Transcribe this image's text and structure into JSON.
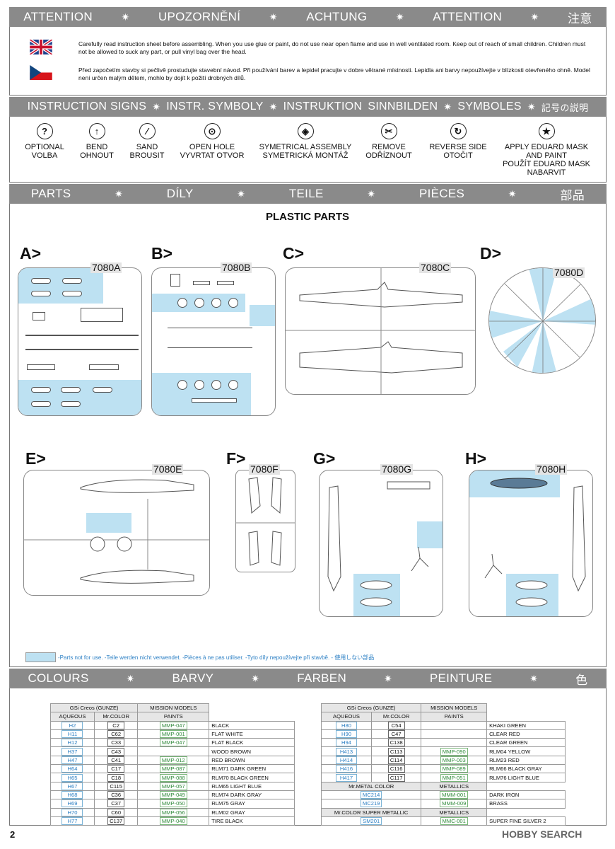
{
  "attention_bar": [
    "ATTENTION",
    "UPOZORNĚNÍ",
    "ACHTUNG",
    "ATTENTION",
    "注意"
  ],
  "warnings": {
    "en": "Carefully read instruction sheet before assembling. When you use glue or paint, do not use near open flame and use in well ventilated room. Keep out of reach of small children. Children must not be allowed to suck any part, or pull vinyl bag over the head.",
    "cz": "Před započetím stavby si pečlivě prostudujte stavební návod. Při používání barev a lepidel pracujte v dobre větrané místnosti. Lepidla ani barvy nepoužívejte v blízkosti otevřeného ohně. Model není určen malým dětem, mohlo by dojít k požití drobných dílů."
  },
  "instr_bar": [
    "INSTRUCTION SIGNS",
    "INSTR. SYMBOLY",
    "INSTRUKTION",
    "SINNBILDEN",
    "SYMBOLES",
    "記号の説明"
  ],
  "signs": [
    {
      "icon": "question-icon",
      "glyph": "?",
      "l1": "OPTIONAL",
      "l2": "VOLBA"
    },
    {
      "icon": "bend-arrow-icon",
      "glyph": "↑",
      "l1": "BEND",
      "l2": "OHNOUT"
    },
    {
      "icon": "sand-icon",
      "glyph": "⁄",
      "l1": "SAND",
      "l2": "BROUSIT"
    },
    {
      "icon": "open-hole-icon",
      "glyph": "⊙",
      "l1": "OPEN HOLE",
      "l2": "VYVRTAT OTVOR"
    },
    {
      "icon": "symmetrical-icon",
      "glyph": "◈",
      "l1": "SYMETRICAL ASSEMBLY",
      "l2": "SYMETRICKÁ MONTÁŽ"
    },
    {
      "icon": "remove-icon",
      "glyph": "✂",
      "l1": "REMOVE",
      "l2": "ODŘÍZNOUT"
    },
    {
      "icon": "reverse-icon",
      "glyph": "↻",
      "l1": "REVERSE SIDE",
      "l2": "OTOČIT"
    },
    {
      "icon": "mask-icon",
      "glyph": "★",
      "l1": "APPLY EDUARD MASK",
      "l2": "AND PAINT",
      "l3": "POUŽÍT EDUARD MASK",
      "l4": "NABARVIT"
    }
  ],
  "parts_bar": [
    "PARTS",
    "DÍLY",
    "TEILE",
    "PIÈCES",
    "部品"
  ],
  "plastic_title": "PLASTIC PARTS",
  "sprues": [
    {
      "label": "A>",
      "code": "7080A"
    },
    {
      "label": "B>",
      "code": "7080B"
    },
    {
      "label": "C>",
      "code": "7080C"
    },
    {
      "label": "D>",
      "code": "7080D"
    },
    {
      "label": "E>",
      "code": "7080E"
    },
    {
      "label": "F>",
      "code": "7080F"
    },
    {
      "label": "G>",
      "code": "7080G"
    },
    {
      "label": "H>",
      "code": "7080H"
    }
  ],
  "not_for_use": "-Parts not for use. -Teile werden nicht verwendet. -Pièces à ne pas utiliser. -Tyto díly nepoužívejte při stavbě. -  使用しない部品",
  "colours_bar": [
    "COLOURS",
    "BARVY",
    "FARBEN",
    "PEINTURE",
    "色"
  ],
  "colors_table_left": {
    "h1": [
      "GSi Creos (GUNZE)",
      "MISSION MODELS"
    ],
    "h2": [
      "AQUEOUS",
      "Mr.COLOR",
      "PAINTS"
    ],
    "rows": [
      [
        "H2",
        "C2",
        "MMP-047",
        "BLACK"
      ],
      [
        "H11",
        "C62",
        "MMP-001",
        "FLAT WHITE"
      ],
      [
        "H12",
        "C33",
        "MMP-047",
        "FLAT BLACK"
      ],
      [
        "H37",
        "C43",
        "",
        "WOOD BROWN"
      ],
      [
        "H47",
        "C41",
        "MMP-012",
        "RED BROWN"
      ],
      [
        "H64",
        "C17",
        "MMP-087",
        "RLM71 DARK GREEN"
      ],
      [
        "H65",
        "C18",
        "MMP-088",
        "RLM70 BLACK GREEN"
      ],
      [
        "H67",
        "C115",
        "MMP-057",
        "RLM65 LIGHT BLUE"
      ],
      [
        "H68",
        "C36",
        "MMP-049",
        "RLM74 DARK GRAY"
      ],
      [
        "H69",
        "C37",
        "MMP-050",
        "RLM75  GRAY"
      ],
      [
        "H70",
        "C60",
        "MMP-056",
        "RLM02 GRAY"
      ],
      [
        "H77",
        "C137",
        "MMP-040",
        "TIRE BLACK"
      ]
    ]
  },
  "colors_table_right": {
    "h1": [
      "GSi Creos (GUNZE)",
      "MISSION MODELS"
    ],
    "h2": [
      "AQUEOUS",
      "Mr.COLOR",
      "PAINTS"
    ],
    "rows": [
      [
        "H80",
        "C54",
        "",
        "KHAKI GREEN"
      ],
      [
        "H90",
        "C47",
        "",
        "CLEAR RED"
      ],
      [
        "H94",
        "C138",
        "",
        "CLEAR GREEN"
      ],
      [
        "H413",
        "C113",
        "MMP-090",
        "RLM04 YELLOW"
      ],
      [
        "H414",
        "C114",
        "MMP-003",
        "RLM23 RED"
      ],
      [
        "H416",
        "C116",
        "MMP-089",
        "RLM66 BLACK GRAY"
      ],
      [
        "H417",
        "C117",
        "MMP-051",
        "RLM76 LIGHT BLUE"
      ]
    ],
    "metal_header": [
      "Mr.METAL COLOR",
      "METALLICS"
    ],
    "metal_rows": [
      [
        "MC214",
        "MMM-001",
        "DARK IRON"
      ],
      [
        "MC219",
        "MMM-009",
        "BRASS"
      ]
    ],
    "super_header": [
      "Mr.COLOR SUPER METALLIC",
      "METALLICS"
    ],
    "super_rows": [
      [
        "SM201",
        "MMC-001",
        "SUPER FINE SILVER 2"
      ]
    ]
  },
  "page_number": "2",
  "watermark": "HOBBY SEARCH"
}
